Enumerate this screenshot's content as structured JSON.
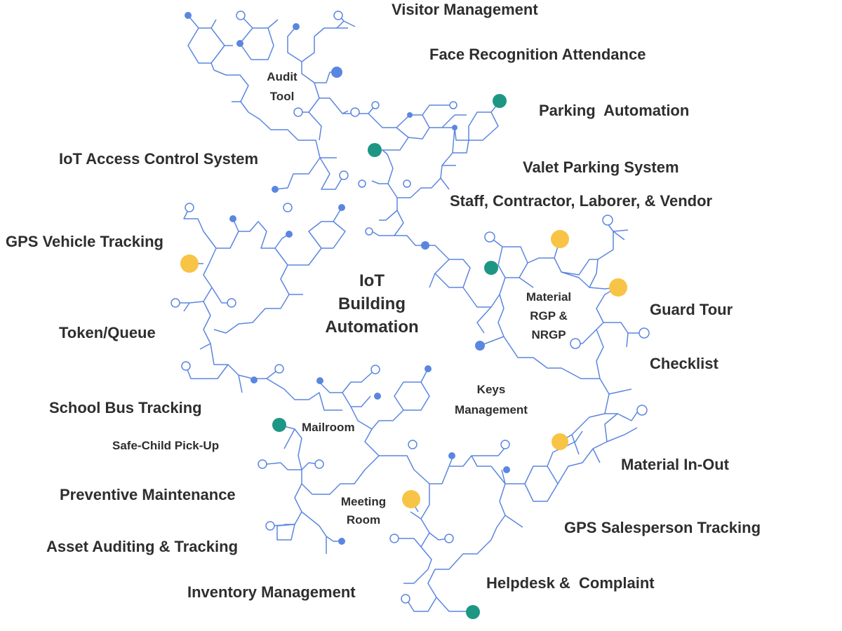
{
  "diagram": {
    "center_label": [
      "IoT",
      "Building",
      "Automation"
    ],
    "modules": {
      "visitor": "Visitor Management",
      "face": "Face Recognition Attendance",
      "parking": "Parking  Automation",
      "iot_access": "IoT Access Control System",
      "valet": "Valet Parking System",
      "staff": "Staff, Contractor, Laborer, & Vendor",
      "gps_vehicle": "GPS Vehicle Tracking",
      "guard": "Guard Tour",
      "token": "Token/Queue",
      "checklist": "Checklist",
      "school_bus": "School Bus Tracking",
      "safe_child": "Safe-Child Pick-Up",
      "material_inout": "Material In-Out",
      "preventive": "Preventive Maintenance",
      "gps_sales": "GPS Salesperson Tracking",
      "asset": "Asset Auditing & Tracking",
      "helpdesk": "Helpdesk &  Complaint",
      "inventory": "Inventory Management",
      "mailroom": "Mailroom"
    },
    "inner_labels": {
      "audit_tool": [
        "Audit",
        "Tool"
      ],
      "material_rgp": [
        "Material",
        "RGP &",
        "NRGP"
      ],
      "keys": [
        "Keys",
        "Management"
      ],
      "meeting": [
        "Meeting",
        "Room"
      ]
    },
    "colors": {
      "line": "#5b86e0",
      "dot_blue": "#5b86e0",
      "dot_teal": "#1e9684",
      "dot_yellow": "#f8c446",
      "text": "#2e2e2e"
    }
  }
}
